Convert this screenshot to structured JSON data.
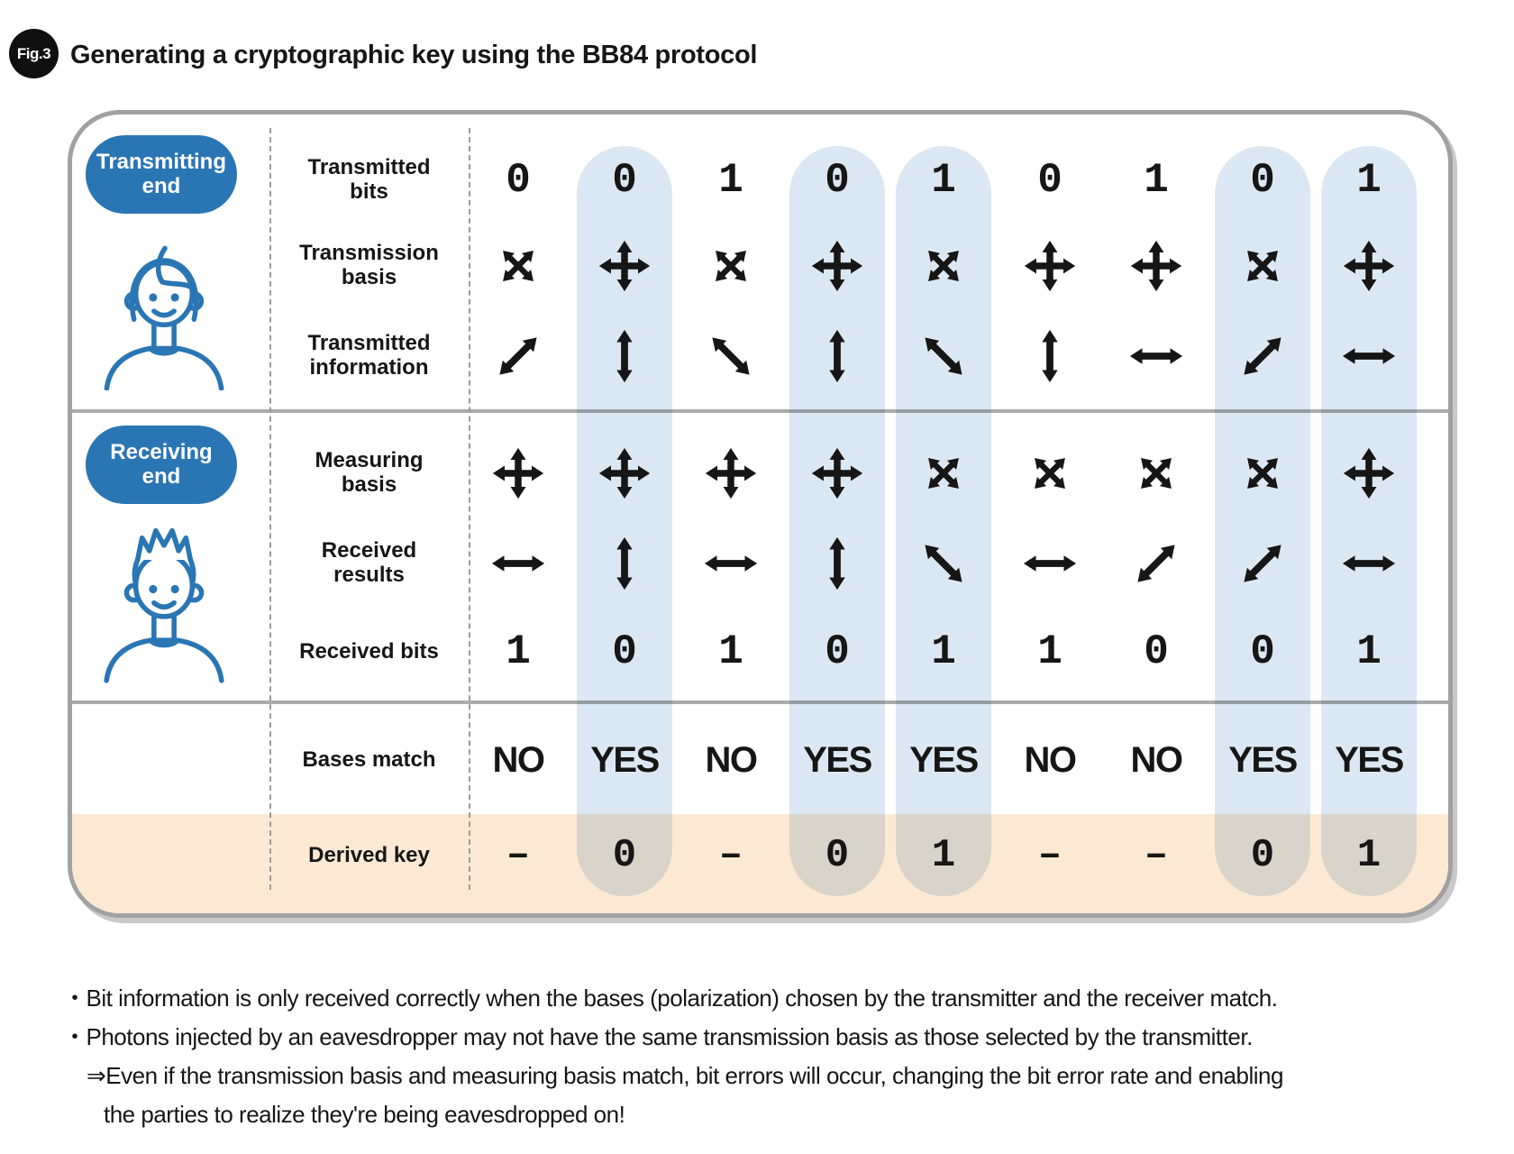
{
  "header": {
    "badge": "Fig.3",
    "title": "Generating a cryptographic key using the BB84 protocol"
  },
  "table": {
    "transmitting_label": [
      "Transmitting",
      "end"
    ],
    "receiving_label": [
      "Receiving",
      "end"
    ],
    "row_labels": {
      "transmitted_bits": [
        "Transmitted",
        "bits"
      ],
      "transmission_basis": [
        "Transmission",
        "basis"
      ],
      "transmitted_information": [
        "Transmitted",
        "information"
      ],
      "measuring_basis": [
        "Measuring",
        "basis"
      ],
      "received_results": [
        "Received",
        "results"
      ],
      "received_bits": [
        "Received bits"
      ],
      "bases_match": [
        "Bases match"
      ],
      "derived_key": [
        "Derived key"
      ]
    },
    "columns": [
      {
        "highlight": false,
        "transmitted_bit": "0",
        "transmission_basis": "diagonal",
        "transmitted_information": "ne-sw",
        "measuring_basis": "plus",
        "received_result": "horizontal",
        "received_bit": "1",
        "bases_match": "NO",
        "derived_key": "–"
      },
      {
        "highlight": true,
        "transmitted_bit": "0",
        "transmission_basis": "plus",
        "transmitted_information": "vertical",
        "measuring_basis": "plus",
        "received_result": "vertical",
        "received_bit": "0",
        "bases_match": "YES",
        "derived_key": "0"
      },
      {
        "highlight": false,
        "transmitted_bit": "1",
        "transmission_basis": "diagonal",
        "transmitted_information": "nw-se",
        "measuring_basis": "plus",
        "received_result": "horizontal",
        "received_bit": "1",
        "bases_match": "NO",
        "derived_key": "–"
      },
      {
        "highlight": true,
        "transmitted_bit": "0",
        "transmission_basis": "plus",
        "transmitted_information": "vertical",
        "measuring_basis": "plus",
        "received_result": "vertical",
        "received_bit": "0",
        "bases_match": "YES",
        "derived_key": "0"
      },
      {
        "highlight": true,
        "transmitted_bit": "1",
        "transmission_basis": "diagonal",
        "transmitted_information": "nw-se",
        "measuring_basis": "diagonal",
        "received_result": "nw-se",
        "received_bit": "1",
        "bases_match": "YES",
        "derived_key": "1"
      },
      {
        "highlight": false,
        "transmitted_bit": "0",
        "transmission_basis": "plus",
        "transmitted_information": "vertical",
        "measuring_basis": "diagonal",
        "received_result": "horizontal",
        "received_bit": "1",
        "bases_match": "NO",
        "derived_key": "–"
      },
      {
        "highlight": false,
        "transmitted_bit": "1",
        "transmission_basis": "plus",
        "transmitted_information": "horizontal",
        "measuring_basis": "diagonal",
        "received_result": "ne-sw",
        "received_bit": "0",
        "bases_match": "NO",
        "derived_key": "–"
      },
      {
        "highlight": true,
        "transmitted_bit": "0",
        "transmission_basis": "diagonal",
        "transmitted_information": "ne-sw",
        "measuring_basis": "diagonal",
        "received_result": "ne-sw",
        "received_bit": "0",
        "bases_match": "YES",
        "derived_key": "0"
      },
      {
        "highlight": true,
        "transmitted_bit": "1",
        "transmission_basis": "plus",
        "transmitted_information": "horizontal",
        "measuring_basis": "plus",
        "received_result": "horizontal",
        "received_bit": "1",
        "bases_match": "YES",
        "derived_key": "1"
      }
    ]
  },
  "notes": [
    "・Bit information is only received correctly when the bases (polarization) chosen by the transmitter and the receiver match.",
    "・Photons injected by an eavesdropper may not have the same transmission basis as those selected by the transmitter.",
    "⇒Even if the transmission basis and measuring basis match, bit errors will occur, changing the bit error rate and enabling",
    "the parties to realize they're being eavesdropped on!"
  ],
  "colors": {
    "accent_blue": "#2a76b4",
    "highlight_blue": "#dbe8f4",
    "key_band_orange": "#fce9d3",
    "border_gray": "#a1a1a1",
    "text": "#161616"
  }
}
